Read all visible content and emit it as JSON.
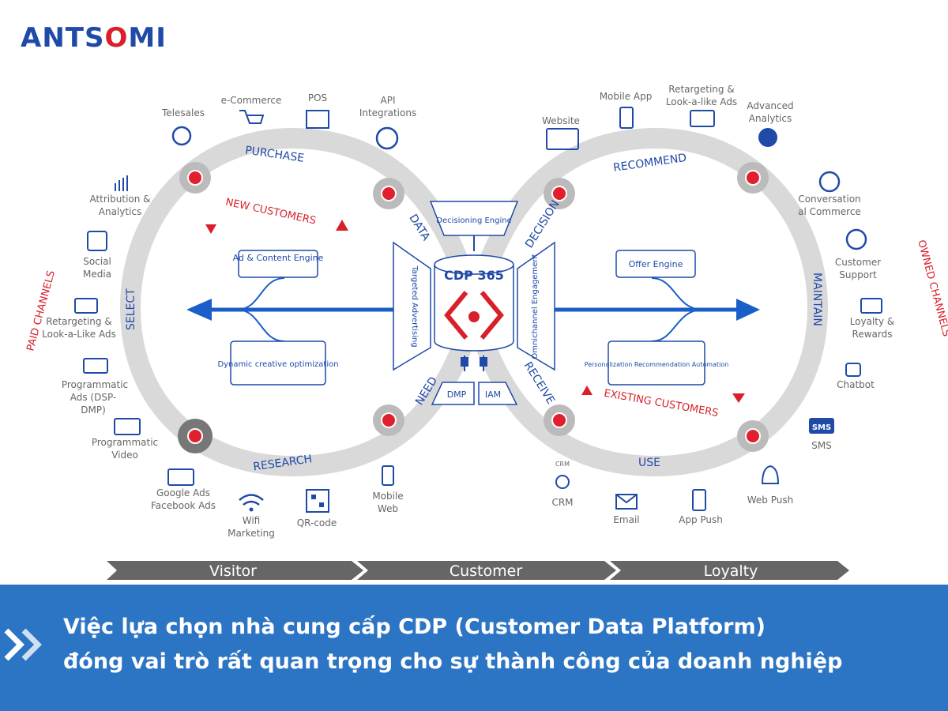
{
  "logo": {
    "part1": "A",
    "part2": "NTS",
    "accent": "O",
    "part3": "MI"
  },
  "center": {
    "title": "CDP 365",
    "decisioning": "Decisioning Engine",
    "dmp": "DMP",
    "iam": "IAM",
    "targeted": "Targeted Advertising",
    "omnichannel": "Omnichannel Engagement"
  },
  "loop_labels": {
    "purchase": "PURCHASE",
    "data": "DATA",
    "select": "SELECT",
    "need": "NEED",
    "research": "RESEARCH",
    "recommend": "RECOMMEND",
    "decision": "DECISION",
    "maintain": "MAINTAIN",
    "receive": "RECEIVE",
    "use": "USE"
  },
  "groups": {
    "new": "NEW CUSTOMERS",
    "existing": "EXISTING CUSTOMERS",
    "paid": "PAID CHANNELS",
    "owned": "OWNED CHANNELS"
  },
  "engines": {
    "ad_content": "Ad & Content Engine",
    "dynamic": "Dynamic creative optimization",
    "offer": "Offer Engine",
    "personalization": "Personalization Recommendation Automation"
  },
  "channels": {
    "telesales": "Telesales",
    "ecommerce": "e-Commerce",
    "pos": "POS",
    "api": "API Integrations",
    "attribution": "Attribution & Analytics",
    "social": "Social Media",
    "retargeting_left": "Retargeting & Look-a-Like Ads",
    "programmatic_ads": "Programmatic Ads (DSP-DMP)",
    "programmatic_video": "Programmatic Video",
    "google_fb": "Google Ads Facebook Ads",
    "wifi": "Wifi Marketing",
    "qr": "QR-code",
    "mobile_web": "Mobile Web",
    "website": "Website",
    "mobile_app": "Mobile App",
    "retargeting_right": "Retargeting & Look-a-like Ads",
    "advanced": "Advanced Analytics",
    "conversational": "Conversation al Commerce",
    "support": "Customer Support",
    "loyalty": "Loyalty & Rewards",
    "chatbot": "Chatbot",
    "sms": "SMS",
    "webpush": "Web Push",
    "crm": "CRM",
    "email": "Email",
    "apppush": "App Push"
  },
  "stages": [
    "Visitor",
    "Customer",
    "Loyalty"
  ],
  "banner": {
    "line1": "Việc lựa chọn nhà cung cấp CDP (Customer Data Platform)",
    "line2": "đóng vai trò rất quan trọng cho sự thành công của doanh nghiệp"
  },
  "colors": {
    "brand_blue": "#1f4aa8",
    "accent_red": "#d81f2a",
    "banner_blue": "#2c74c4",
    "loop_gray": "#d9d9d9",
    "text_gray": "#666666"
  }
}
